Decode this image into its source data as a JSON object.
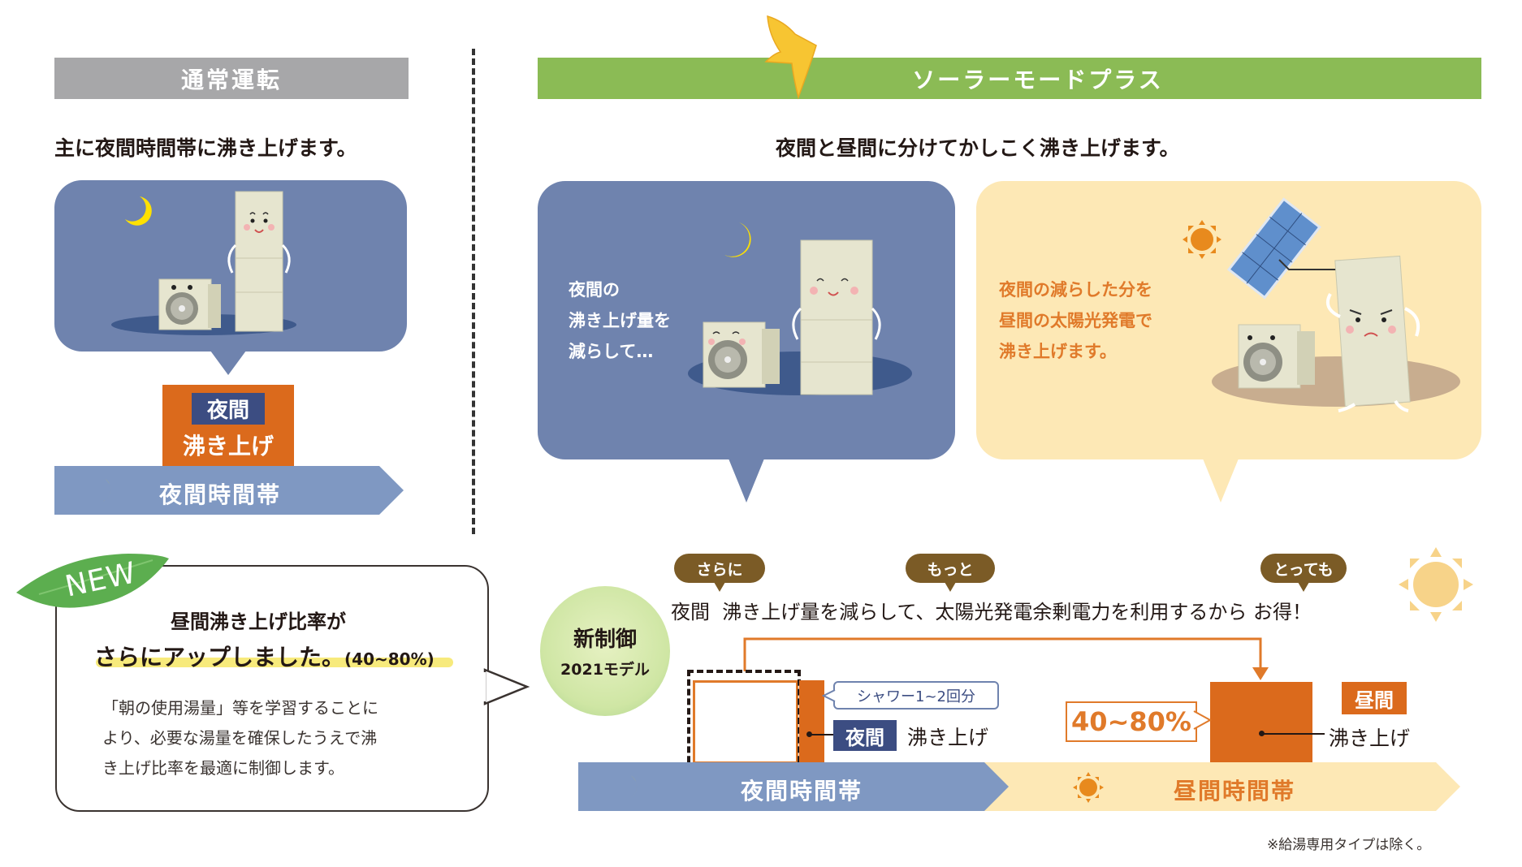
{
  "colors": {
    "night_blue": "#6f83ae",
    "night_band": "#7f98c2",
    "day_cream": "#fde8b5",
    "orange": "#db6a1c",
    "green_header": "#8bbb55",
    "gray_header": "#a7a7a9",
    "brown_pill": "#7b5b26",
    "navy_tag": "#3c4d82",
    "moon_yellow": "#ffe100",
    "sun_orange": "#e88a1d"
  },
  "left": {
    "header": "通常運転",
    "subtitle": "主に夜間時間帯に沸き上げます。",
    "scene_icons": [
      "moon-icon",
      "hot-water-tank-icon",
      "heat-pump-unit-icon"
    ],
    "boil_box": {
      "tag": "夜間",
      "label": "沸き上げ"
    },
    "band": {
      "icon": "moon-icon",
      "label": "夜間時間帯"
    }
  },
  "right": {
    "header": "ソーラーモードプラス",
    "header_icon": "bird-icon",
    "subtitle": "夜間と昼間に分けてかしこく沸き上げます。",
    "night_scene": {
      "lines": [
        "夜間の",
        "沸き上げ量を",
        "減らして…"
      ],
      "icons": [
        "moon-icon",
        "hot-water-tank-icon",
        "heat-pump-unit-icon"
      ]
    },
    "day_scene": {
      "lines": [
        "夜間の減らした分を",
        "昼間の太陽光発電で",
        "沸き上げます。"
      ],
      "icons": [
        "sun-icon",
        "solar-panel-icon",
        "hot-water-tank-icon",
        "heat-pump-unit-icon"
      ]
    }
  },
  "new_box": {
    "badge": "NEW",
    "title_line1": "昼間沸き上げ比率が",
    "title_line2": "さらにアップしました。",
    "title_ratio": "(40~80%)",
    "body_lines": [
      "「朝の使用湯量」等を学習することに",
      "より、必要な湯量を確保したうえで沸",
      "き上げ比率を最適に制御します。"
    ]
  },
  "control_badge": {
    "line1": "新制御",
    "line2": "2021モデル"
  },
  "flow": {
    "pills": [
      "さらに",
      "もっと",
      "とっても"
    ],
    "statement_part1": "夜間",
    "statement_part2": "沸き上げ量を減らして、太陽光発電余剰電力を利用するから",
    "statement_part3": "お得！",
    "shower_label": "シャワー1~2回分",
    "night_tag": "夜間",
    "night_boil": "沸き上げ",
    "ratio_label": "40~80%",
    "day_tag": "昼間",
    "day_boil": "沸き上げ",
    "night_band": "夜間時間帯",
    "day_band": "昼間時間帯",
    "footnote": "※給湯専用タイプは除く。"
  }
}
